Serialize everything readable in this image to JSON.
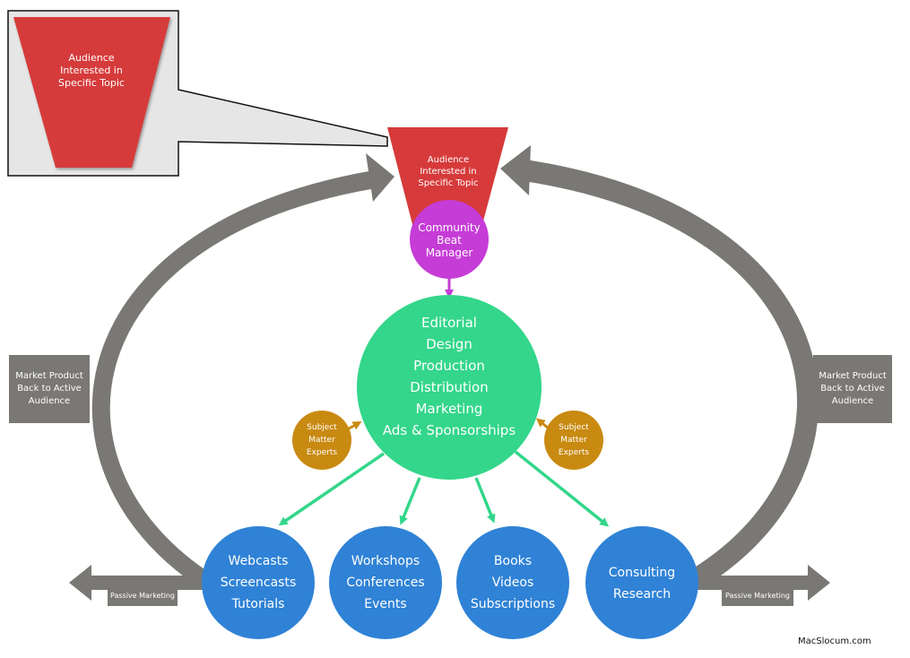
{
  "zoom_callout": {
    "label": "Audience\nInterested in\nSpecific Topic"
  },
  "funnel": {
    "label": "Audience\nInterested in\nSpecific Topic"
  },
  "community_manager": {
    "label": "Community\nBeat\nManager"
  },
  "core": {
    "label": "Editorial\nDesign\nProduction\nDistribution\nMarketing\nAds & Sponsorships"
  },
  "subject_experts": [
    {
      "label": "Subject\nMatter\nExperts"
    },
    {
      "label": "Subject\nMatter\nExperts"
    }
  ],
  "side_loop_labels": [
    {
      "label": "Market Product\nBack to Active\nAudience"
    },
    {
      "label": "Market Product\nBack to Active\nAudience"
    }
  ],
  "outputs": [
    {
      "label": "Webcasts\nScreencasts\nTutorials"
    },
    {
      "label": "Workshops\nConferences\nEvents"
    },
    {
      "label": "Books\nVideos\nSubscriptions"
    },
    {
      "label": "Consulting\nResearch"
    }
  ],
  "passive_marketing": [
    {
      "label": "Passive Marketing"
    },
    {
      "label": "Passive Marketing"
    }
  ],
  "credit": "MacSlocum.com",
  "colors": {
    "funnel": "#d63a3a",
    "community_manager": "#c53cd6",
    "core": "#33d68a",
    "outputs": "#2f82d6",
    "subject_experts": "#c98a12",
    "loop_arrows": "#7a7874",
    "side_labels": "#7a7874",
    "connectors": "#33d68a",
    "manager_connector": "#c53cd6",
    "callout_panel": "#e6e6e6"
  }
}
